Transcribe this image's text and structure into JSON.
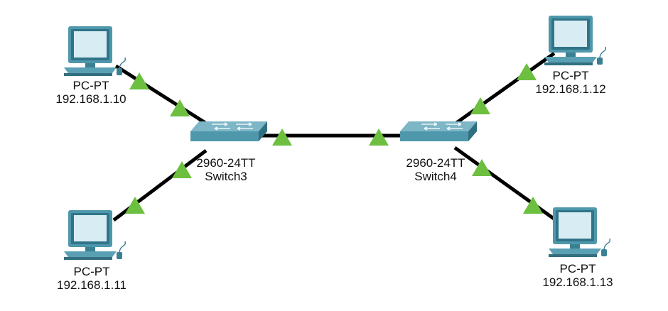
{
  "devices": [
    {
      "id": "pc1",
      "kind": "pc",
      "model": "PC-PT",
      "name": "192.168.1.10"
    },
    {
      "id": "pc2",
      "kind": "pc",
      "model": "PC-PT",
      "name": "192.168.1.11"
    },
    {
      "id": "pc3",
      "kind": "pc",
      "model": "PC-PT",
      "name": "192.168.1.12"
    },
    {
      "id": "pc4",
      "kind": "pc",
      "model": "PC-PT",
      "name": "192.168.1.13"
    },
    {
      "id": "sw3",
      "kind": "switch",
      "model": "2960-24TT",
      "name": "Switch3"
    },
    {
      "id": "sw4",
      "kind": "switch",
      "model": "2960-24TT",
      "name": "Switch4"
    }
  ],
  "links": [
    {
      "from": "pc1",
      "to": "sw3",
      "status": "up"
    },
    {
      "from": "pc2",
      "to": "sw3",
      "status": "up"
    },
    {
      "from": "sw3",
      "to": "sw4",
      "status": "up"
    },
    {
      "from": "pc3",
      "to": "sw4",
      "status": "up"
    },
    {
      "from": "pc4",
      "to": "sw4",
      "status": "up"
    }
  ],
  "colors": {
    "link": "#000000",
    "link_up_indicator": "#6cbf3f",
    "device_body": "#5aa0b4",
    "device_dark": "#3b7f92",
    "screen": "#d8ecf3"
  }
}
